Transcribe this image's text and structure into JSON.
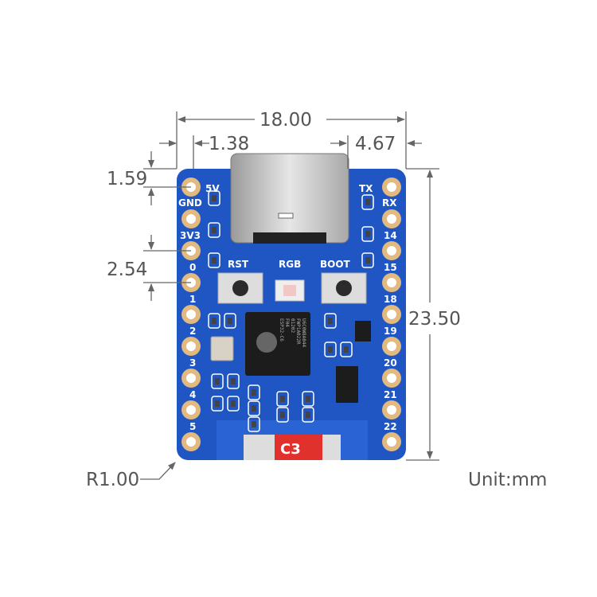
{
  "dimensions": {
    "width": "18.00",
    "left_offset": "1.38",
    "right_offset": "4.67",
    "top_offset": "1.59",
    "pin_pitch": "2.54",
    "height": "23.50",
    "corner_radius": "R1.00",
    "unit": "Unit:mm"
  },
  "board": {
    "left_pins": [
      "5V",
      "GND",
      "3V3",
      "0",
      "1",
      "2",
      "3",
      "4",
      "5"
    ],
    "right_pins": [
      "TX",
      "RX",
      "14",
      "15",
      "18",
      "19",
      "20",
      "21",
      "22"
    ],
    "buttons": {
      "reset": "RST",
      "led": "RGB",
      "boot": "BOOT"
    },
    "chip_text": [
      "ESP32-C6",
      "FH4",
      "01202",
      "FWP1A022R",
      "U6C0W8A044"
    ],
    "model_badge": "C3",
    "colors": {
      "pcb": "#1f56c4",
      "pad": "#e2b97e",
      "badge": "#e0312d"
    }
  }
}
